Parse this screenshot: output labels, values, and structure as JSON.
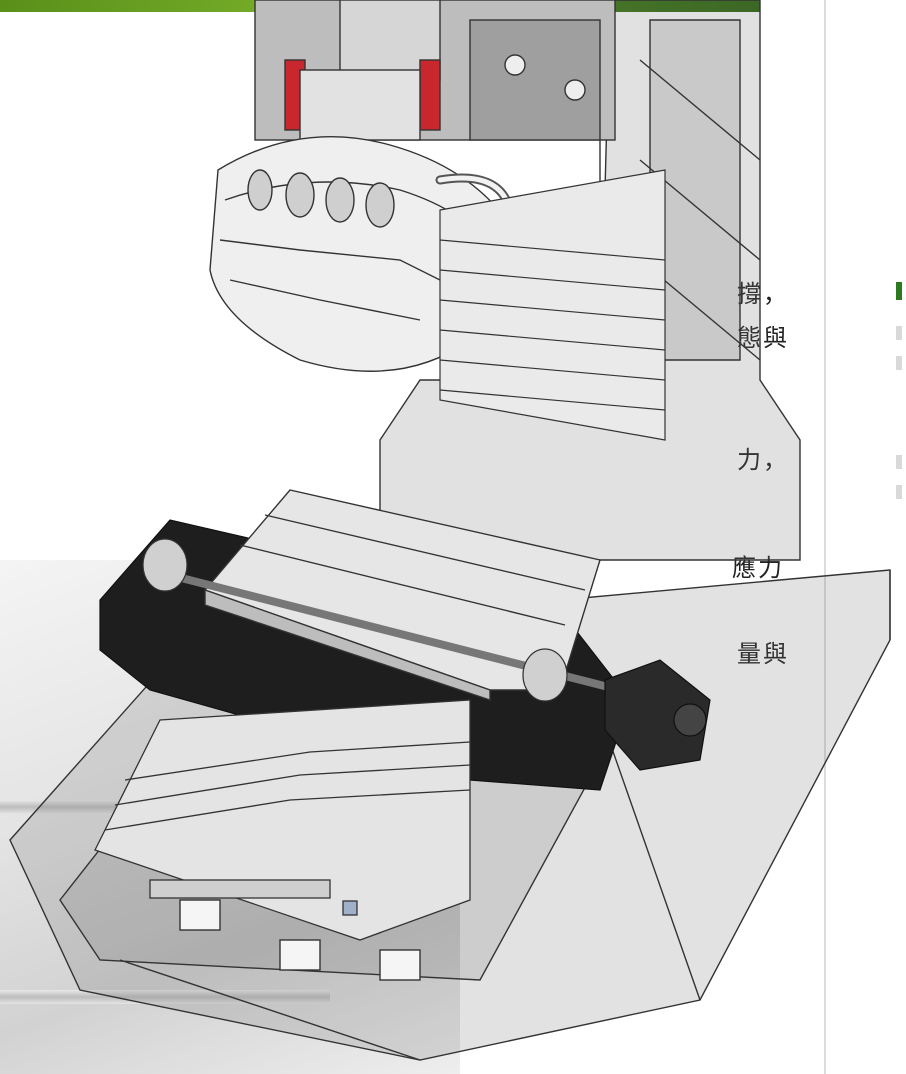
{
  "text_fragments": [
    {
      "id": "frag-1",
      "text": "撐，"
    },
    {
      "id": "frag-2",
      "text": "態與"
    },
    {
      "id": "frag-3",
      "text": "力，"
    },
    {
      "id": "frag-4",
      "text": "應力"
    },
    {
      "id": "frag-5",
      "text": "量與"
    }
  ],
  "colors": {
    "accent_green": "#5a8f1a",
    "machine_gray": "#9a9a9a",
    "cover_light": "#e6e6e6",
    "dark_gray": "#1e1e1e",
    "marker_red": "#c8282d"
  }
}
